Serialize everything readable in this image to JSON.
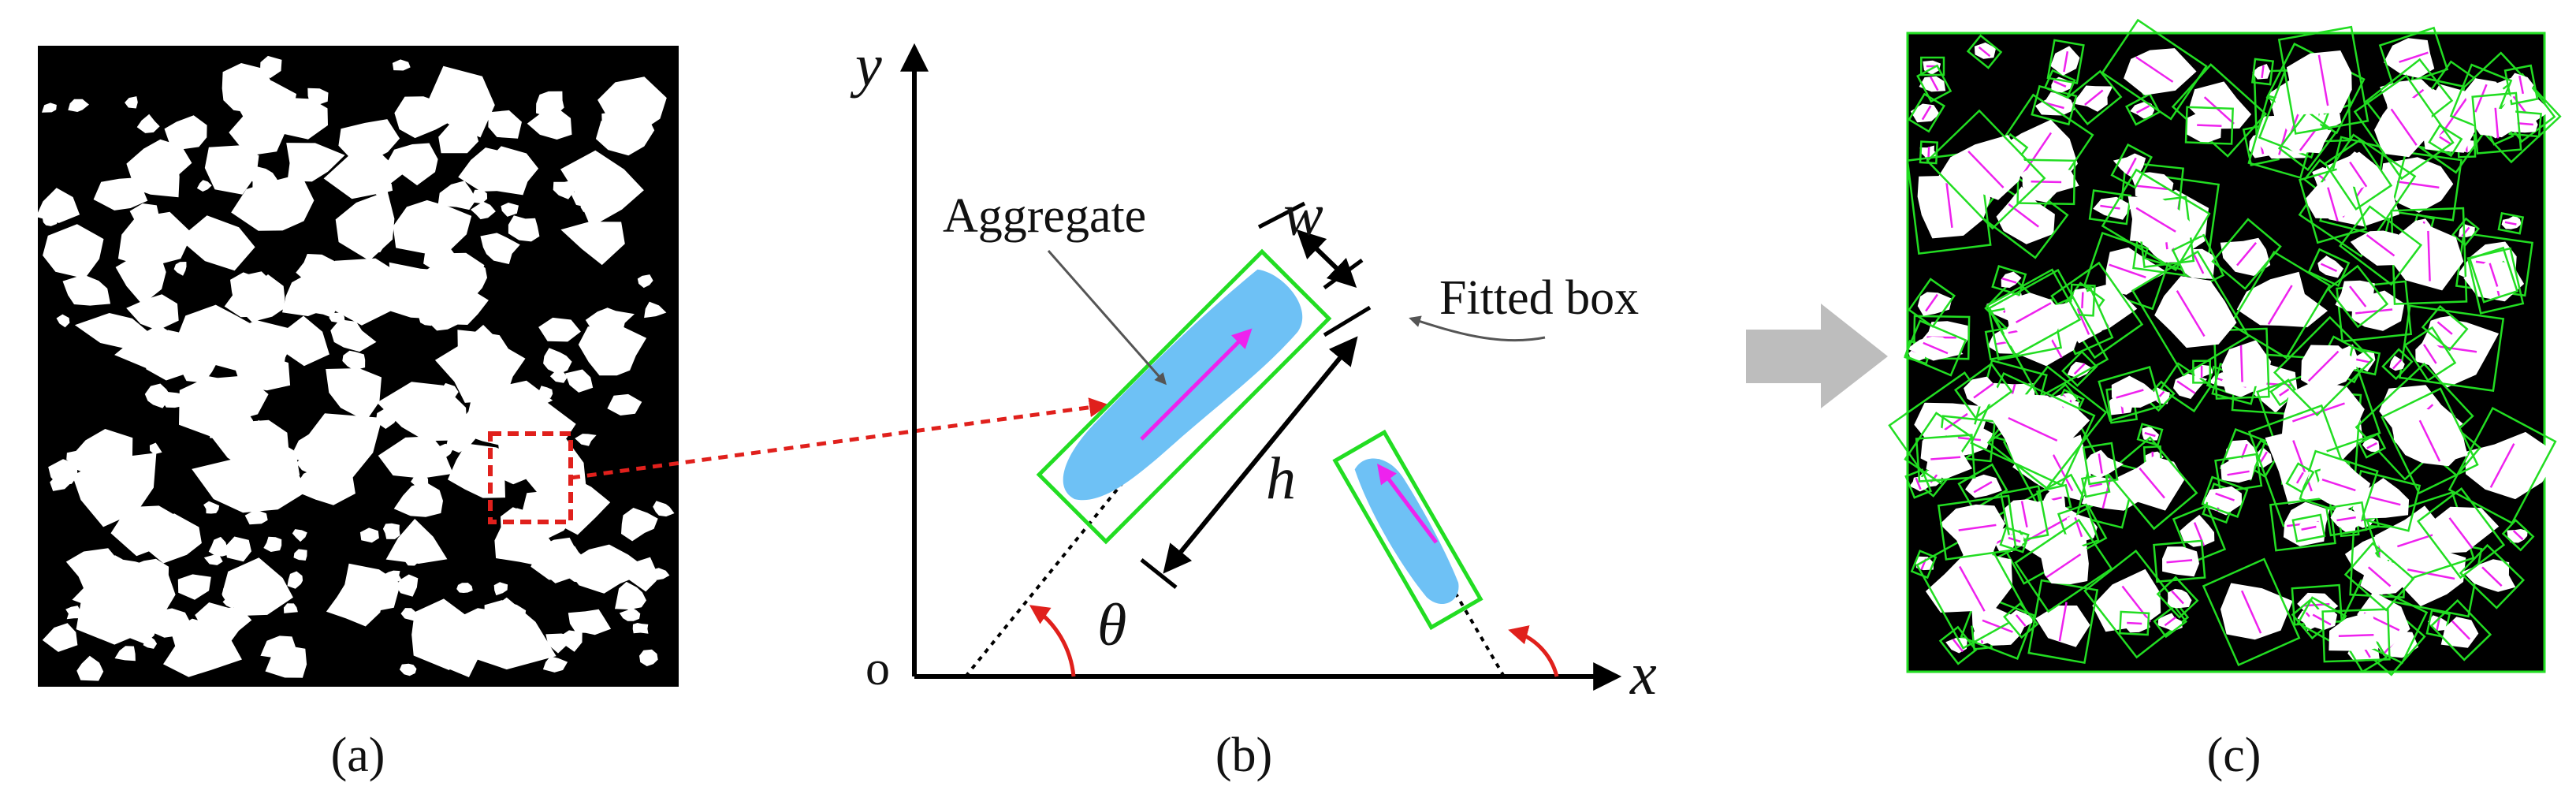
{
  "panels": {
    "a": {
      "label": "(a)"
    },
    "b": {
      "label": "(b)",
      "axis_x": "x",
      "axis_y": "y",
      "origin": "o",
      "aggregate_label": "Aggregate",
      "fitted_box_label": "Fitted box",
      "width_symbol": "w",
      "height_symbol": "h",
      "angle_symbol": "θ"
    },
    "c": {
      "label": "(c)"
    }
  },
  "colors": {
    "particle": "#ffffff",
    "background": "#000000",
    "aggregate_fill": "#6ec1f5",
    "fitted_box": "#22dd22",
    "direction_arrow": "#ee22ee",
    "highlight": "#e0201c",
    "flow_arrow": "#bdbdbd"
  }
}
